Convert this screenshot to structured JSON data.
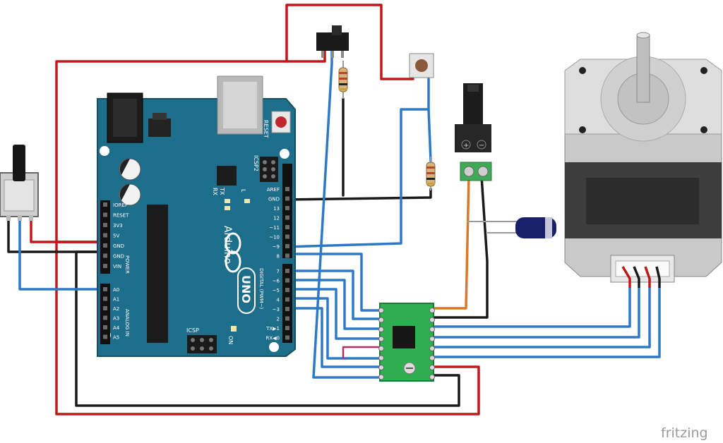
{
  "board": {
    "brand": "Arduino",
    "model": "UNO",
    "on_label": "ON",
    "reset_label": "RESET",
    "icsp_label": "ICSP",
    "icsp2_label": "ICSP2",
    "digital_label": "DIGITAL (PWM~)",
    "power_label": "POWER",
    "analog_label": "ANALOG IN",
    "tx_label": "TX",
    "rx_label": "RX",
    "l_label": "L",
    "power_pins": [
      "IOREF",
      "RESET",
      "3V3",
      "5V",
      "GND",
      "GND",
      "VIN"
    ],
    "analog_pins": [
      "A0",
      "A1",
      "A2",
      "A3",
      "A4",
      "A5"
    ],
    "digital_top": [
      "AREF",
      "GND",
      "13",
      "12",
      "~11",
      "~10",
      "~9",
      "8"
    ],
    "digital_bottom": [
      "7",
      "~6",
      "~5",
      "4",
      "~3",
      "2",
      "TX▶1",
      "RX◀0"
    ]
  },
  "jack": {
    "plus": "+",
    "minus": "−"
  },
  "watermark": "fritzing",
  "colors": {
    "board": "#1d6e8a",
    "wire_red": "#c01818",
    "wire_blue": "#2e79c7",
    "wire_black": "#1a1a1a",
    "wire_orange": "#d9782a",
    "driver": "#2fae4f",
    "terminal": "#3faa55",
    "motor": "#c7c7c7"
  }
}
